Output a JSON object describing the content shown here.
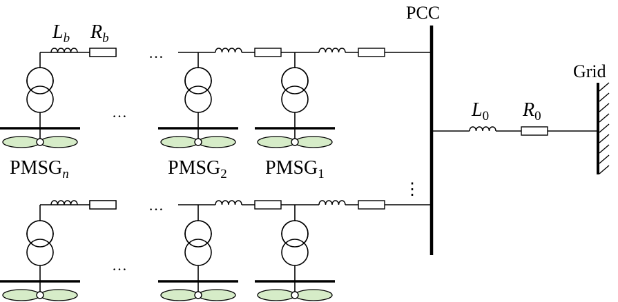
{
  "labels": {
    "pcc": "PCC",
    "grid": "Grid",
    "l0_main": "L",
    "l0_sub": "0",
    "r0_main": "R",
    "r0_sub": "0",
    "lb_main": "L",
    "lb_sub": "b",
    "rb_main": "R",
    "rb_sub": "b",
    "pmsg_main": "PMSG",
    "pmsg_n_sub": "n",
    "pmsg_2_sub": "2",
    "pmsg_1_sub": "1",
    "ellipsis": "…",
    "vellipsis": "⋮"
  },
  "colors": {
    "blade_fill": "#d6ecc8",
    "line": "#000000"
  }
}
